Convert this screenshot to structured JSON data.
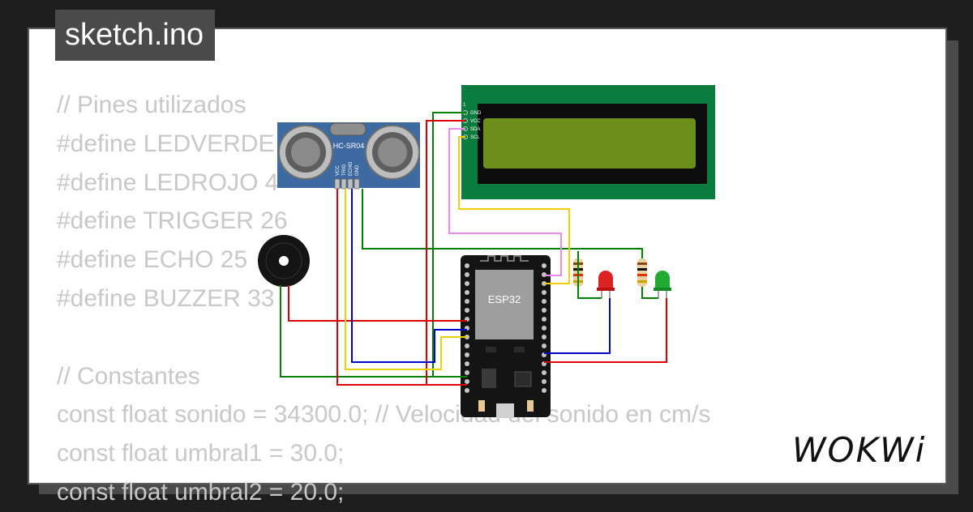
{
  "header": {
    "title": "sketch.ino"
  },
  "code_lines": [
    "// Pines utilizados",
    "#define LEDVERDE 2",
    "#define LEDROJO 4",
    "#define TRIGGER 26",
    "#define ECHO 25",
    "#define BUZZER 33",
    "",
    "// Constantes",
    "const float sonido = 34300.0; // Velocidad del sonido en cm/s",
    "const float umbral1 = 30.0;",
    "const float umbral2 = 20.0;"
  ],
  "components": {
    "sensor_label": "HC-SR04",
    "sensor_pins": [
      "VCC",
      "TRIG",
      "ECHO",
      "GND"
    ],
    "mcu_label": "ESP32",
    "lcd_pins": [
      "GND",
      "VCC",
      "SDA",
      "SCL"
    ],
    "lcd_pin_one": "1"
  },
  "brand": {
    "logo_text": "WOKWi"
  },
  "colors": {
    "code_text": "#c8c8c8",
    "title_bg": "#4a4a4a",
    "lcd_board": "#0a7d3e",
    "lcd_screen": "#6b8f1a",
    "sensor_board": "#3d6aa0",
    "wire_red": "#dd0000",
    "wire_green": "#008000",
    "wire_blue": "#0000cc",
    "wire_yellow": "#f0d000",
    "wire_pink": "#ee88ee",
    "led_red": "#dd2222",
    "led_green": "#22aa33"
  }
}
